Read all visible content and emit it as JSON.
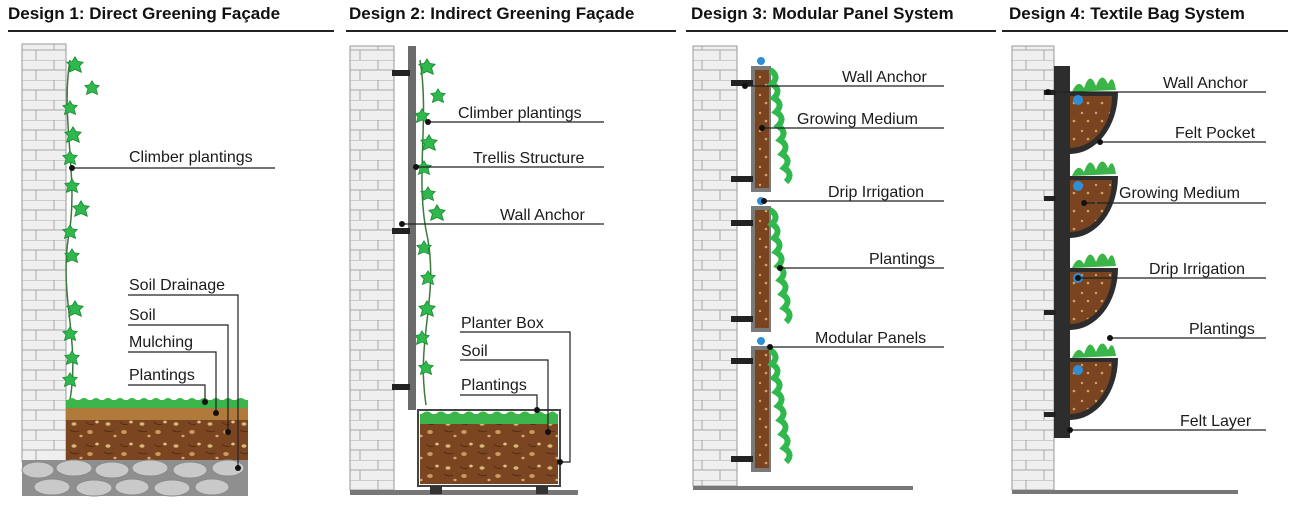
{
  "panels": [
    {
      "title": "Design 1: Direct Greening Façade",
      "labels": [
        "Climber plantings",
        "Soil Drainage",
        "Soil",
        "Mulching",
        "Plantings"
      ]
    },
    {
      "title": "Design 2: Indirect Greening Façade",
      "labels": [
        "Climber plantings",
        "Trellis Structure",
        "Wall Anchor",
        "Planter Box",
        "Soil",
        "Plantings"
      ]
    },
    {
      "title": "Design 3: Modular Panel System",
      "labels": [
        "Wall Anchor",
        "Growing Medium",
        "Drip Irrigation",
        "Plantings",
        "Modular Panels"
      ]
    },
    {
      "title": "Design 4: Textile Bag System",
      "labels": [
        "Wall Anchor",
        "Felt Pocket",
        "Growing Medium",
        "Drip Irrigation",
        "Plantings",
        "Felt Layer"
      ]
    }
  ],
  "colors": {
    "brick": "#ededed",
    "mortar": "#9a9a9a",
    "soil": "#7a4420",
    "leaf": "#2db84a",
    "leaf_dark": "#1b8a34",
    "stone": "#b5b5b5",
    "frame": "#555555",
    "felt": "#2d2d2d",
    "drip": "#2e8fd8"
  }
}
